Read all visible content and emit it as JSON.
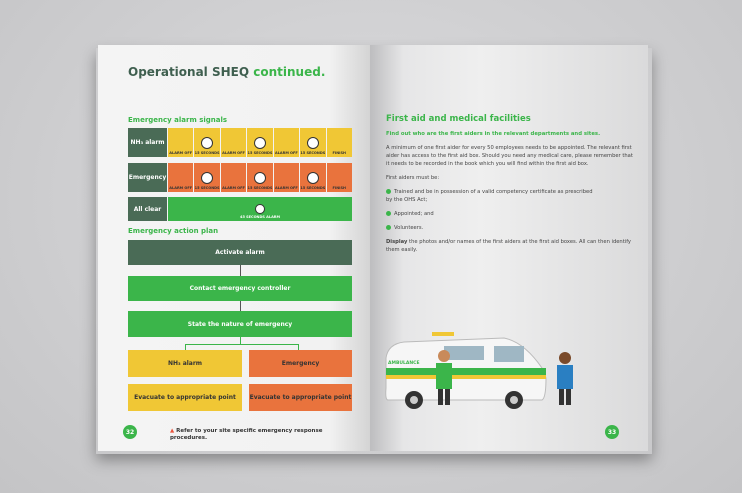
{
  "left_page": {
    "title_main": "Operational SHEQ",
    "title_accent": "continued.",
    "alarm_section_title": "Emergency alarm signals",
    "alarm_rows": [
      {
        "label": "NH₃ alarm",
        "cells": [
          "ALARM OFF",
          "15 SECONDS",
          "ALARM OFF",
          "15 SECONDS",
          "ALARM OFF",
          "15 SECONDS",
          "FINISH"
        ]
      },
      {
        "label": "Emergency",
        "cells": [
          "ALARM OFF",
          "15 SECONDS",
          "ALARM OFF",
          "15 SECONDS",
          "ALARM OFF",
          "15 SECONDS",
          "FINISH"
        ]
      }
    ],
    "all_clear": {
      "label": "All clear",
      "cell": "45 SECONDS ALARM"
    },
    "plan_section_title": "Emergency action plan",
    "flow": {
      "step1": "Activate alarm",
      "step2": "Contact emergency controller",
      "step3": "State the nature of emergency",
      "branch_left": "NH₃ alarm",
      "branch_right": "Emergency",
      "left_action": "Evacuate to appropriate point",
      "right_action": "Evacuate to appropriate point"
    },
    "page_number": "32",
    "footer_note": "Refer to your site specific emergency response procedures."
  },
  "right_page": {
    "title": "First aid and medical facilities",
    "subtitle": "Find out who are the first aiders in the relevant departments and sites.",
    "para1": "A minimum of one first aider for every 50 employees needs to be appointed. The relevant first aider has access to the first aid box.  Should you need any medical care, please remember that it needs to be recorded in the book which you will find within the first aid box.",
    "must_be": "First aiders must be:",
    "bullets": [
      "Trained and be in possession of a valid competency certificate as prescribed by the OHS Act;",
      "Appointed; and",
      "Volunteers."
    ],
    "display_bold": "Display",
    "display_rest": " the photos and/or names of the first aiders at the first aid boxes. All can then identify them easily.",
    "ambulance_label": "AMBULANCE",
    "page_number": "33"
  },
  "colors": {
    "green": "#3bb54a",
    "dark": "#4a6b56",
    "yellow": "#f0c735",
    "orange": "#e9733d"
  }
}
